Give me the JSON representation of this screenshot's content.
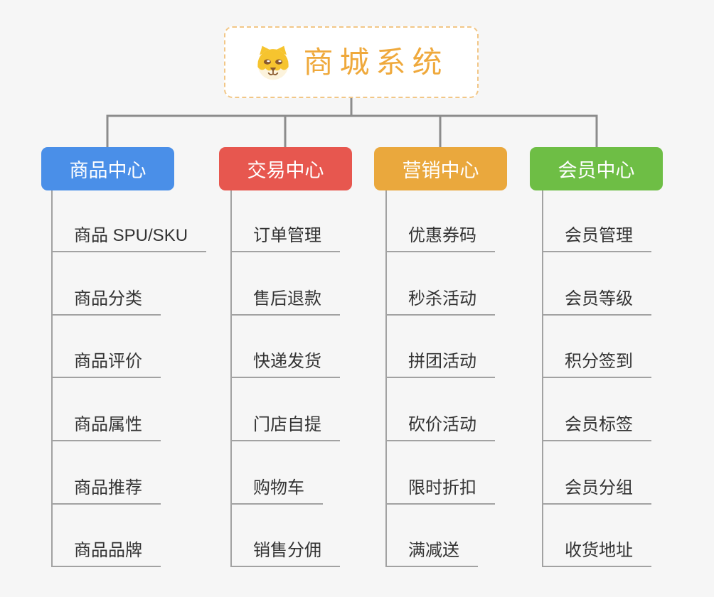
{
  "canvas": {
    "background": "#F6F6F6",
    "connector_color": "#8C8C8C",
    "branch_line_color": "#A2A2A2",
    "leaf_text_color": "#333333"
  },
  "root": {
    "title": "商城系统",
    "icon": "dog-face-icon",
    "text_color": "#EFA93C",
    "border_color": "#F2C787"
  },
  "branches": [
    {
      "label": "商品中心",
      "color": "#4A8FE8",
      "children": [
        "商品 SPU/SKU",
        "商品分类",
        "商品评价",
        "商品属性",
        "商品推荐",
        "商品品牌"
      ]
    },
    {
      "label": "交易中心",
      "color": "#E7574F",
      "children": [
        "订单管理",
        "售后退款",
        "快递发货",
        "门店自提",
        "购物车",
        "销售分佣"
      ]
    },
    {
      "label": "营销中心",
      "color": "#EAA83D",
      "children": [
        "优惠券码",
        "秒杀活动",
        "拼团活动",
        "砍价活动",
        "限时折扣",
        "满减送"
      ]
    },
    {
      "label": "会员中心",
      "color": "#6EBE45",
      "children": [
        "会员管理",
        "会员等级",
        "积分签到",
        "会员标签",
        "会员分组",
        "收货地址"
      ]
    }
  ]
}
